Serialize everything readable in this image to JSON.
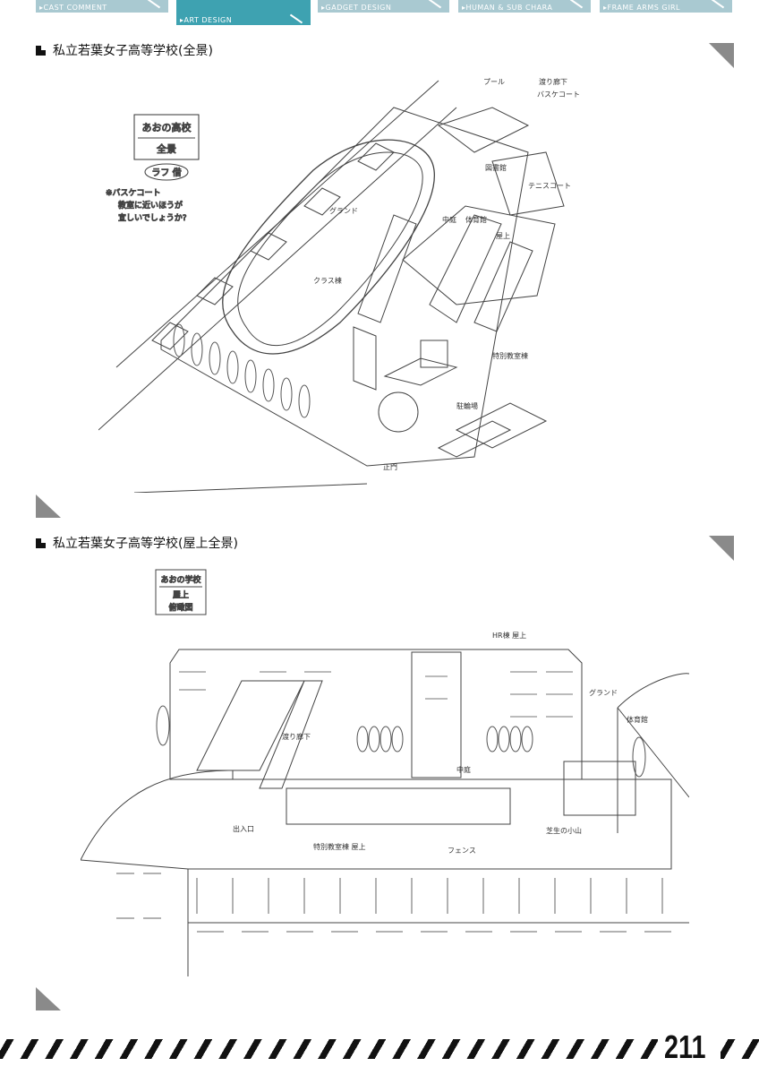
{
  "nav": {
    "tabs": [
      {
        "label": "▸CAST COMMENT"
      },
      {
        "label": "▸ART DESIGN"
      },
      {
        "label": "▸GADGET DESIGN"
      },
      {
        "label": "▸HUMAN & SUB CHARA"
      },
      {
        "label": "▸FRAME ARMS GIRL"
      }
    ],
    "active_index": 1
  },
  "sections": [
    {
      "title": "私立若葉女子高等学校(全景)",
      "notes": {
        "card": [
          "あおの高校",
          "全景"
        ],
        "badge": "ラフ 借",
        "comment": [
          "※バスケコート",
          "教室に近いほうが",
          "宜しいでしょうか?"
        ],
        "labels": [
          "プール",
          "渡り廊下",
          "バスケコート",
          "テニスコート",
          "グランド",
          "図書館",
          "中庭",
          "体育館",
          "屋上",
          "クラス棟",
          "特別教室棟",
          "駐輪場",
          "正門"
        ]
      }
    },
    {
      "title": "私立若葉女子高等学校(屋上全景)",
      "notes": {
        "card": [
          "あおの学校",
          "屋上",
          "俯瞰図"
        ],
        "labels": [
          "HR棟 屋上",
          "グランド",
          "体育館",
          "渡り廊下",
          "中庭",
          "特別教室棟 屋上",
          "出入口",
          "フェンス",
          "芝生の小山"
        ]
      }
    }
  ],
  "footer": {
    "page_number": "211"
  },
  "colors": {
    "tab": "#a9c9d1",
    "tab_active": "#3ea2b1",
    "corner": "#8a8a8a"
  }
}
